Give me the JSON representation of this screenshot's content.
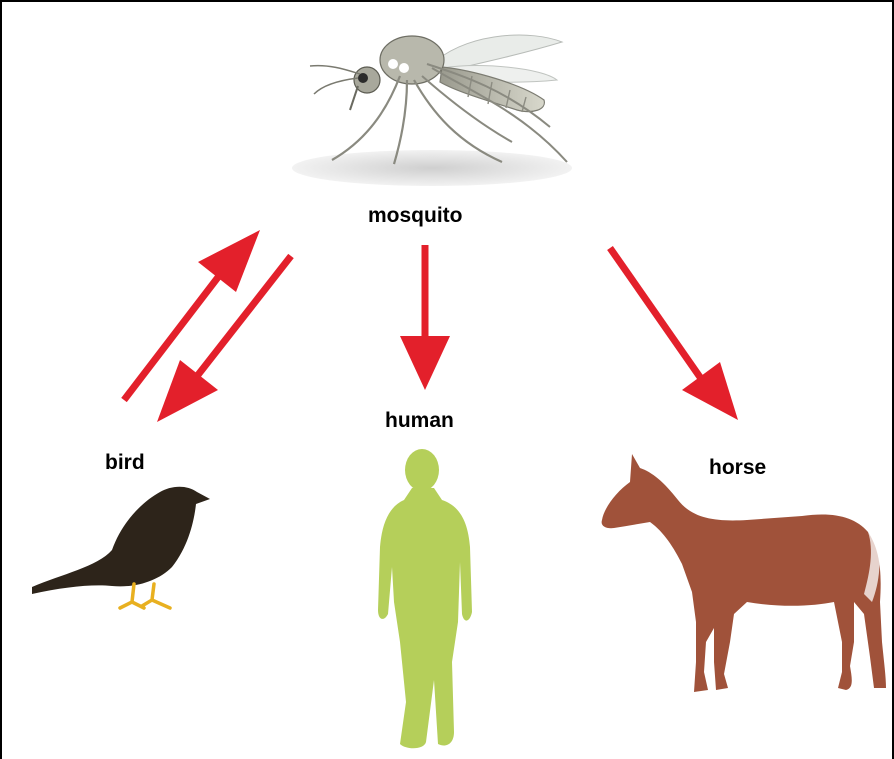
{
  "labels": {
    "mosquito": "mosquito",
    "human": "human",
    "bird": "bird",
    "horse": "horse"
  },
  "colors": {
    "arrow": "#e3202b",
    "bird": "#2d241a",
    "bird_feet": "#e8b020",
    "human": "#b5cf5a",
    "horse": "#a0523a",
    "mosquito_body": "#bfbfb4",
    "mosquito_shadow": "#d4d4d4"
  },
  "icons": {
    "mosquito": "mosquito-icon",
    "bird": "bird-icon",
    "human": "human-icon",
    "horse": "horse-icon"
  },
  "arrows": [
    {
      "from": "bird",
      "to": "mosquito"
    },
    {
      "from": "mosquito",
      "to": "bird"
    },
    {
      "from": "mosquito",
      "to": "human"
    },
    {
      "from": "mosquito",
      "to": "horse"
    }
  ]
}
